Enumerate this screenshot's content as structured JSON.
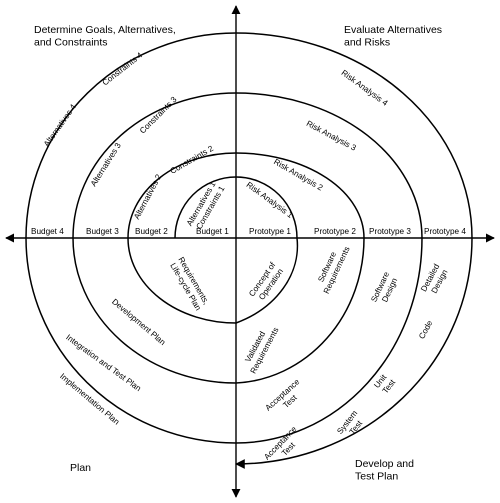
{
  "quadrants": {
    "top_left": [
      "Determine Goals, Alternatives,",
      "and Constraints"
    ],
    "top_right": [
      "Evaluate Alternatives",
      "and Risks"
    ],
    "bottom_left": [
      "Plan"
    ],
    "bottom_right": [
      "Develop and",
      "Test Plan"
    ]
  },
  "axis_labels": {
    "budgets": [
      "Budget 1",
      "Budget 2",
      "Budget 3",
      "Budget 4"
    ],
    "prototypes": [
      "Prototype 1",
      "Prototype 2",
      "Prototype 3",
      "Prototype 4"
    ]
  },
  "top_left_labels": {
    "alternatives_1": [
      "Alternatives 1",
      "Constraints 1"
    ],
    "alternatives_2": "Alternatives 2",
    "constraints_2": "Constraints 2",
    "alternatives_3": "Alternatives 3",
    "constraints_3": "Constraints 3",
    "alternatives_4": "Alternatives 4",
    "constraints_4": "Constraints 4"
  },
  "risk_analyses": [
    "Risk Analysis 1",
    "Risk Analysis 2",
    "Risk Analysis 3",
    "Risk Analysis 4"
  ],
  "bottom_left_labels": {
    "requirements_plan": [
      "Requirements,",
      "Life-cycle Plan"
    ],
    "development_plan": "Development Plan",
    "integration_plan": "Integration and Test Plan",
    "implementation_plan": "Implementation Plan"
  },
  "bottom_right_labels": {
    "concept_of_operation": [
      "Concept of",
      "Operation"
    ],
    "software_requirements": [
      "Software",
      "Requirements"
    ],
    "software_design": [
      "Software",
      "Design"
    ],
    "detailed_design": [
      "Detailed",
      "Design"
    ],
    "validated_requirements": [
      "Validated",
      "Requirements"
    ],
    "code": "Code",
    "acceptance_test_inner": [
      "Acceptance",
      "Test"
    ],
    "unit_test": [
      "Unit",
      "Test"
    ],
    "system_test": [
      "System",
      "Test"
    ],
    "acceptance_test_outer": [
      "Acceptance",
      "Test"
    ]
  }
}
